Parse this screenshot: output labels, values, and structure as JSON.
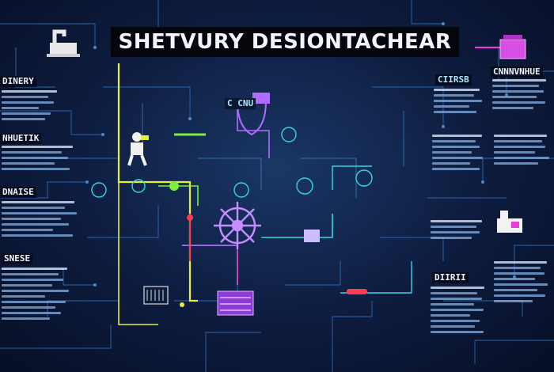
{
  "title": "SНETVURY DESIONTACHEAR",
  "labels": {
    "dinery": "DINERY",
    "nhuetik": "NHUETIK",
    "dnaise": "DNAISE",
    "snese": "SNESE",
    "mid_tag": "C CNU",
    "right_top": "CNNNVNHUE",
    "right_box": "CIIRSB",
    "right_mid": "DIIRII"
  },
  "colors": {
    "background": "#0d1b3d",
    "trace_blue": "#3f7fd6",
    "trace_cyan": "#35d6e8",
    "accent_yellow": "#e6ef3a",
    "accent_green": "#7cf03c",
    "accent_purple": "#b06cff",
    "accent_magenta": "#e63fd8",
    "accent_red": "#ff3b52",
    "title_bg": "#04060c"
  },
  "icons": [
    "robot-arm-icon",
    "person-icon",
    "gear-icon",
    "head-profile-icon",
    "satellite-icon",
    "chip-icon",
    "magenta-box-icon",
    "server-rack-icon"
  ]
}
